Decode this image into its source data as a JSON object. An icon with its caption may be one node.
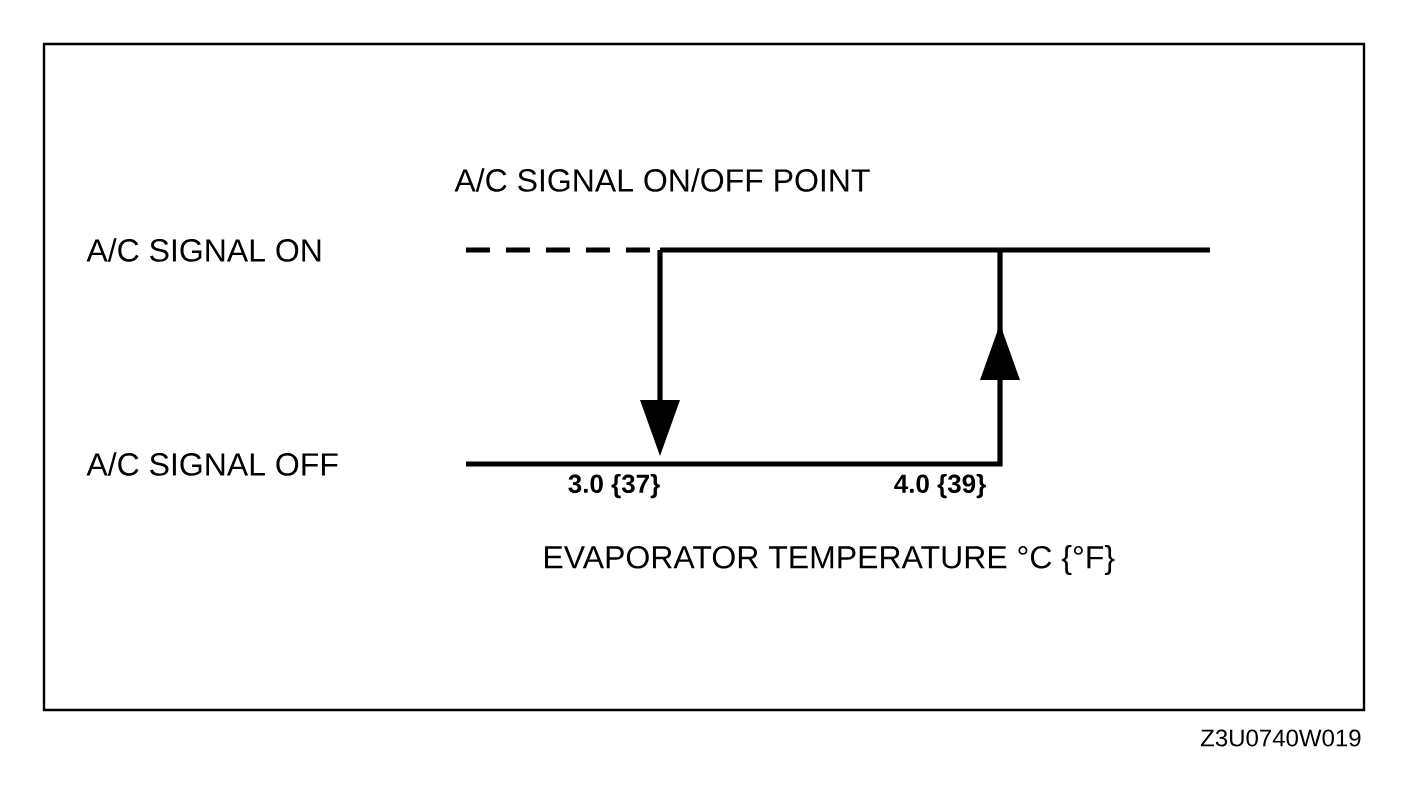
{
  "diagram": {
    "labels": [
      "A/C SIGNAL ON/OFF POINT",
      "A/C SIGNAL ON",
      "A/C SIGNAL OFF",
      "3.0 {37}",
      "4.0 {39}",
      "EVAPORATOR TEMPERATURE °C {°F}",
      "Z3U0740W019"
    ]
  }
}
